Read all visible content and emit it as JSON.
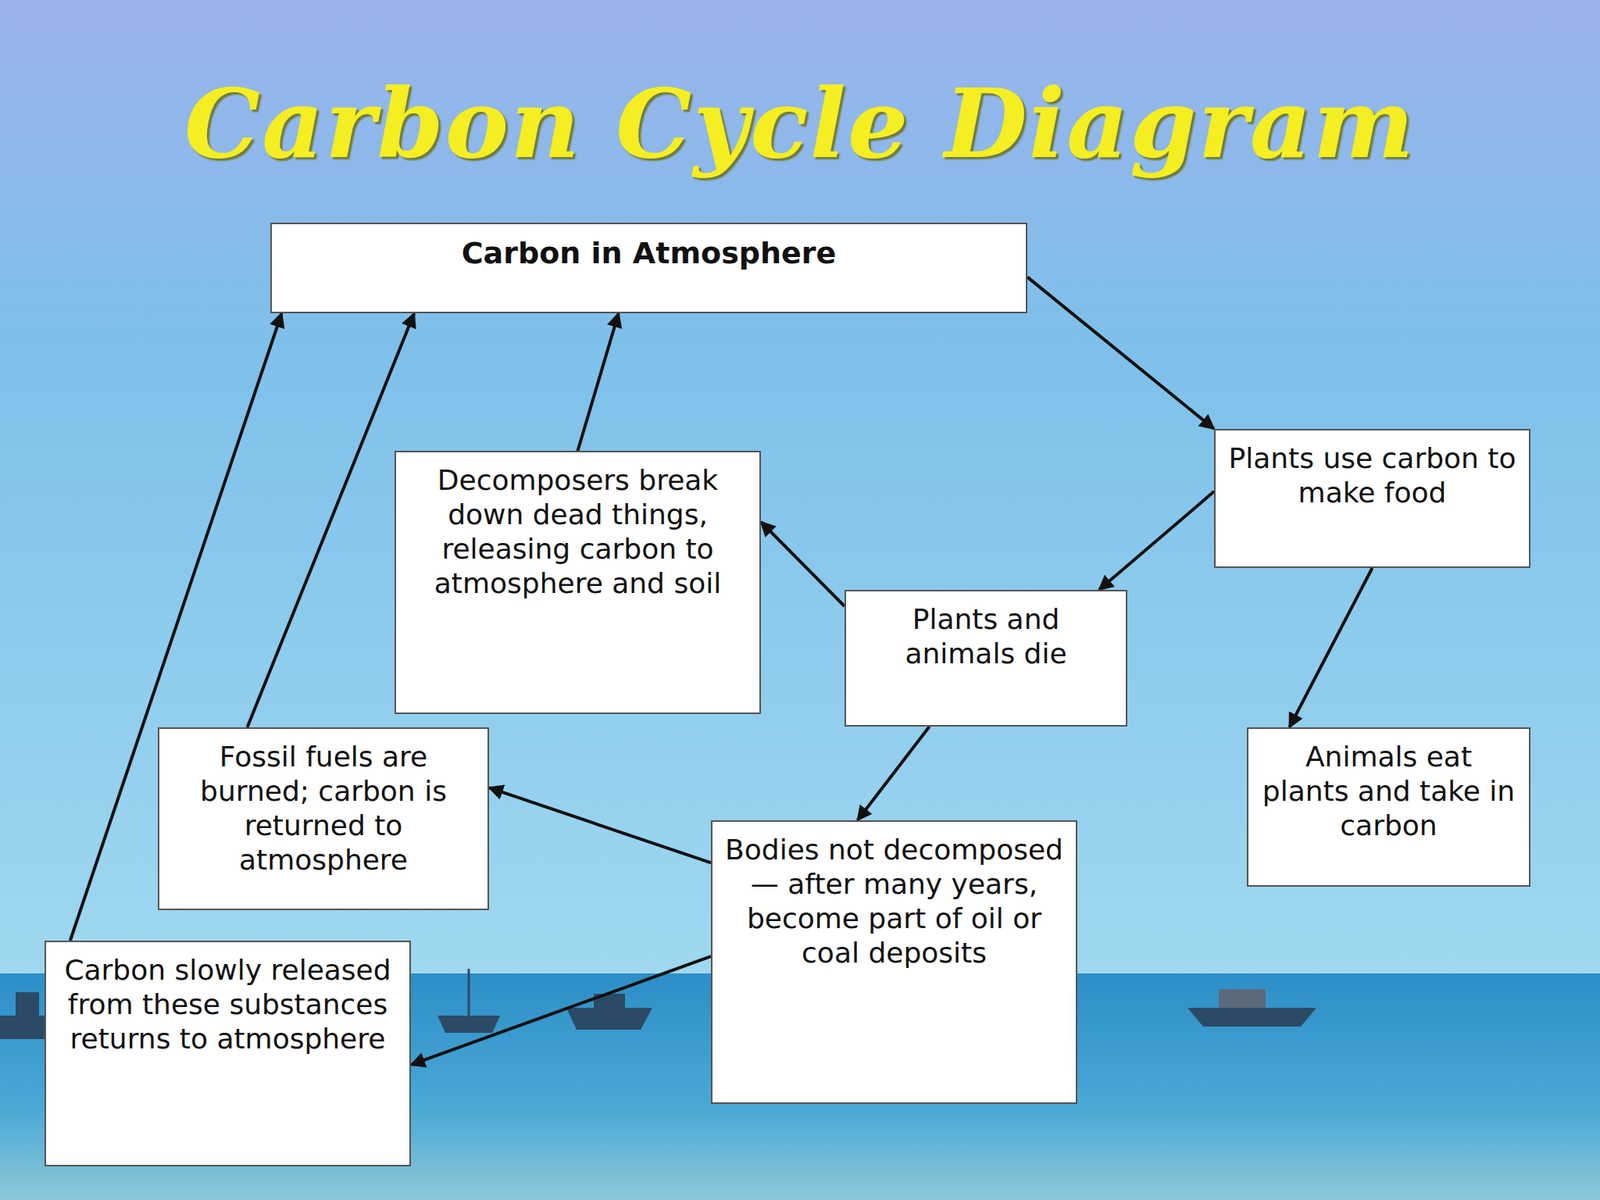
{
  "diagram": {
    "title": "Carbon Cycle Diagram",
    "nodes": [
      {
        "text": [
          "Carbon in Atmosphere"
        ]
      },
      {
        "text": [
          "Plants use carbon to make food"
        ]
      },
      {
        "text": [
          "Decomposers break down dead things, releasing carbon to atmosphere and soil"
        ]
      },
      {
        "text": [
          "Plants and animals die"
        ]
      },
      {
        "text": [
          "Fossil fuels are burned; carbon is returned to atmosphere"
        ]
      },
      {
        "text": [
          "Animals eat plants and take in carbon"
        ]
      },
      {
        "text": [
          "Bodies not decomposed — after many years, become part of oil or coal deposits"
        ]
      },
      {
        "text": [
          "Carbon slowly released from these substances returns to atmosphere"
        ]
      }
    ],
    "edges": [
      {
        "from": 0,
        "to": 1,
        "arrow": "to"
      },
      {
        "from": 1,
        "to": 3,
        "arrow": "to"
      },
      {
        "from": 1,
        "to": 5,
        "arrow": "to"
      },
      {
        "from": 3,
        "to": 2,
        "arrow": "to"
      },
      {
        "from": 3,
        "to": 6,
        "arrow": "to"
      },
      {
        "from": 2,
        "to": 0,
        "arrow": "to"
      },
      {
        "from": 6,
        "to": 4,
        "arrow": "to"
      },
      {
        "from": 6,
        "to": 7,
        "arrow": "to"
      },
      {
        "from": 4,
        "to": 0,
        "arrow": "to"
      },
      {
        "from": 7,
        "to": 0,
        "arrow": "to"
      }
    ]
  }
}
